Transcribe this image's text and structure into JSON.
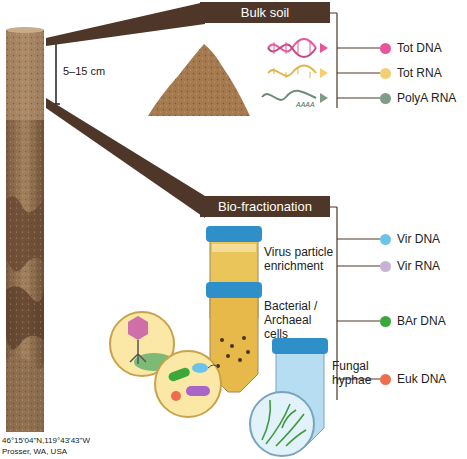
{
  "diagram": {
    "nodes": [
      {
        "text": [
          "Bulk soil"
        ]
      },
      {
        "text": [
          "Bio-fractionation"
        ]
      }
    ],
    "labels": [
      "5–15 cm",
      "AAAA",
      "Virus particle enrichment",
      "Bacterial / Archaeal cells",
      "Fungal hyphae",
      "46°15'04\"N,119°43'43\"W",
      "Prosser, WA, USA"
    ],
    "legend": [
      {
        "text": "Tot DNA",
        "color": "#e8559a"
      },
      {
        "text": "Tot RNA",
        "color": "#f3cf72"
      },
      {
        "text": "PolyA RNA",
        "color": "#7e9c86"
      },
      {
        "text": "Vir DNA",
        "color": "#6cc3ea"
      },
      {
        "text": "Vir RNA",
        "color": "#c8b2d6"
      },
      {
        "text": "BAr DNA",
        "color": "#3aa83a"
      },
      {
        "text": "Euk DNA",
        "color": "#ef6d4f"
      }
    ]
  }
}
